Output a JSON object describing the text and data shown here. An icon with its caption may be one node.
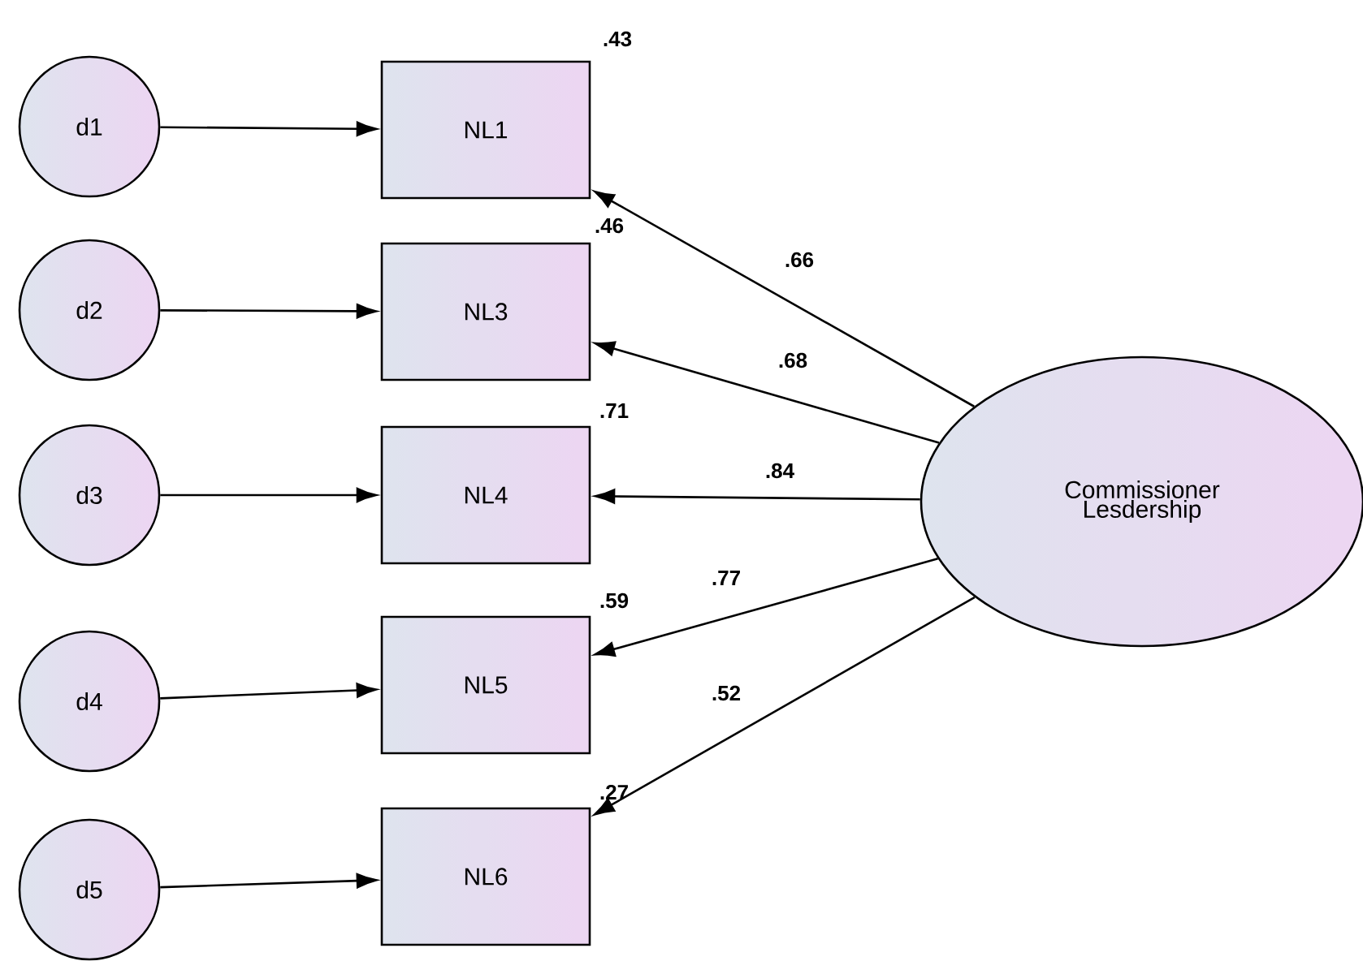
{
  "diagram": {
    "nodes": [
      {
        "text": [
          "d1"
        ]
      },
      {
        "text": [
          "d2"
        ]
      },
      {
        "text": [
          "d3"
        ]
      },
      {
        "text": [
          "d4"
        ]
      },
      {
        "text": [
          "d5"
        ]
      },
      {
        "text": [
          "NL1"
        ],
        "beside": [
          ".43"
        ]
      },
      {
        "text": [
          "NL3"
        ],
        "beside": [
          ".46"
        ]
      },
      {
        "text": [
          "NL4"
        ],
        "beside": [
          ".71"
        ]
      },
      {
        "text": [
          "NL5"
        ],
        "beside": [
          ".59"
        ]
      },
      {
        "text": [
          "NL6"
        ],
        "beside": [
          ".27"
        ]
      },
      {
        "text": [
          "Commissioner Lesdership"
        ]
      }
    ],
    "edges": [
      {
        "from": 0,
        "to": 5,
        "arrow": "to"
      },
      {
        "from": 1,
        "to": 6,
        "arrow": "to"
      },
      {
        "from": 2,
        "to": 7,
        "arrow": "to"
      },
      {
        "from": 3,
        "to": 8,
        "arrow": "to"
      },
      {
        "from": 4,
        "to": 9,
        "arrow": "to"
      },
      {
        "from": 10,
        "to": 5,
        "arrow": "to",
        "label": ".66"
      },
      {
        "from": 10,
        "to": 6,
        "arrow": "to",
        "label": ".68"
      },
      {
        "from": 10,
        "to": 7,
        "arrow": "to",
        "label": ".84"
      },
      {
        "from": 10,
        "to": 8,
        "arrow": "to",
        "label": ".77"
      },
      {
        "from": 10,
        "to": 9,
        "arrow": "to",
        "label": ".52"
      }
    ]
  }
}
